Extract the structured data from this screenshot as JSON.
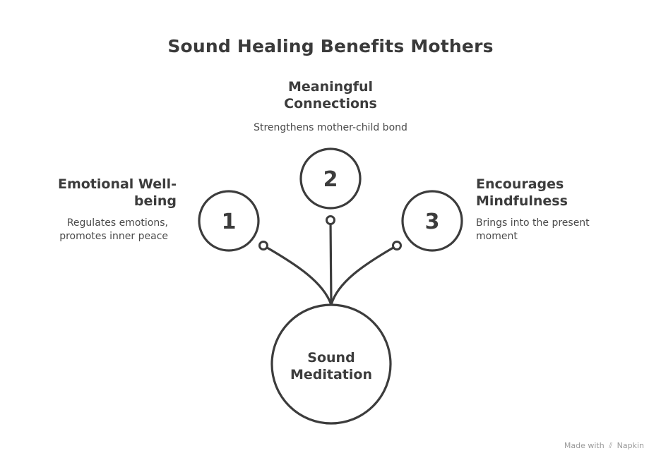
{
  "title": "Sound Healing Benefits Mothers",
  "center_node": {
    "label_line1": "Sound",
    "label_line2": "Meditation"
  },
  "benefits": [
    {
      "number": "1",
      "title_line1": "Emotional Well-",
      "title_line2": "being",
      "desc_line1": "Regulates emotions,",
      "desc_line2": "promotes inner peace"
    },
    {
      "number": "2",
      "title_line1": "Meaningful",
      "title_line2": "Connections",
      "desc_line1": "Strengthens mother-child bond",
      "desc_line2": ""
    },
    {
      "number": "3",
      "title_line1": "Encourages",
      "title_line2": "Mindfulness",
      "desc_line1": "Brings into the present",
      "desc_line2": "moment"
    }
  ],
  "watermark": {
    "prefix": "Made with",
    "icon": "napkin-logo-icon",
    "brand": "Napkin"
  }
}
